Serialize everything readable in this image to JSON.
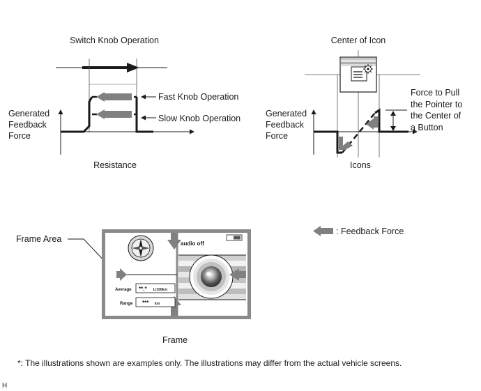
{
  "left_diagram": {
    "title": "Switch Knob Operation",
    "y_axis_label": [
      "Generated",
      "Feedback",
      "Force"
    ],
    "fast_label": "Fast Knob Operation",
    "slow_label": "Slow Knob Operation",
    "x_axis_label": "Resistance"
  },
  "right_diagram": {
    "title": "Center of Icon",
    "y_axis_label": [
      "Generated",
      "Feedback",
      "Force"
    ],
    "force_label": [
      "Force to Pull",
      "the Pointer to",
      "the Center of",
      "a Button"
    ],
    "x_axis_label": "Icons"
  },
  "frame_diagram": {
    "frame_area_label": "Frame Area",
    "caption": "Frame",
    "audio_label": "audio off",
    "average_label": "Average",
    "average_value": "**.*",
    "average_unit": "L/100km",
    "range_label": "Range",
    "range_value": "***",
    "range_unit": "km"
  },
  "legend": {
    "feedback_force": ": Feedback Force"
  },
  "footnote": "*: The illustrations shown are examples only. The illustrations may differ from the actual vehicle screens.",
  "corner_mark": "H",
  "colors": {
    "arrow_gray": "#808080",
    "line": "#1a1a1a",
    "frame_gray": "#8a8a8a"
  }
}
